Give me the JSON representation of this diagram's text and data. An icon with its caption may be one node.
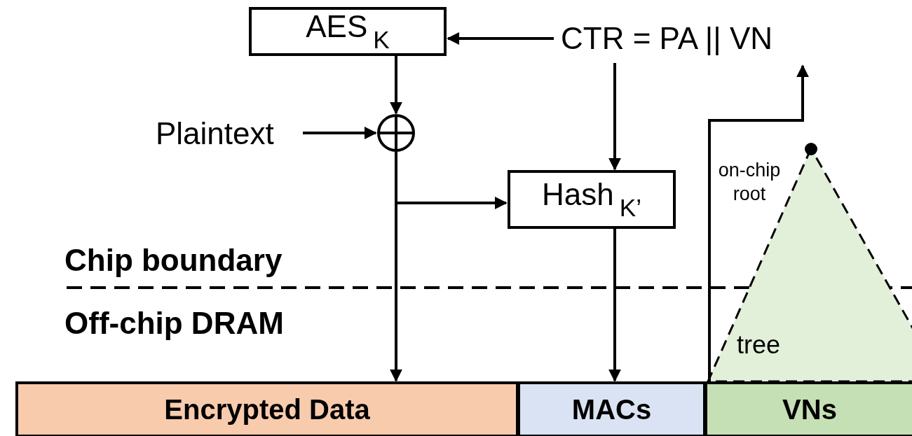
{
  "diagram": {
    "nodes": [
      {
        "text": [
          "AES$_{K}$"
        ]
      },
      {
        "text": [
          "CTR = PA || VN"
        ]
      },
      {
        "text": [],
        "shape": "circle"
      },
      {
        "text": [
          "Plaintext"
        ]
      },
      {
        "text": [
          "Hash$_{K’}$"
        ]
      },
      {
        "text": [
          "Encrypted Data"
        ]
      },
      {
        "text": [
          "MACs"
        ]
      },
      {
        "text": [
          "VNs"
        ]
      },
      {
        "text": [
          "tree"
        ],
        "beside": [
          "on-chip root"
        ]
      }
    ],
    "edges": [
      {
        "from": 1,
        "to": 0,
        "arrow": "to"
      },
      {
        "from": 0,
        "to": 2,
        "arrow": "to"
      },
      {
        "from": 3,
        "to": 2,
        "arrow": "to"
      },
      {
        "from": 2,
        "to": 5,
        "arrow": "to"
      },
      {
        "from": 2,
        "to": 4,
        "arrow": "to"
      },
      {
        "from": 1,
        "to": 4,
        "arrow": "to"
      },
      {
        "from": 4,
        "to": 6,
        "arrow": "to"
      },
      {
        "from": 7,
        "to": 1,
        "arrow": "to"
      }
    ],
    "labels": [
      "Chip boundary",
      "Off-chip DRAM"
    ]
  }
}
